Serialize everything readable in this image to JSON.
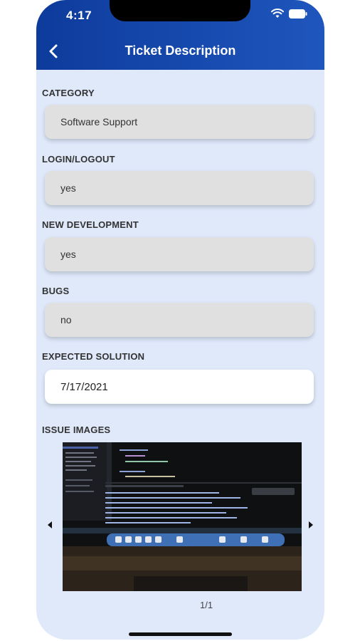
{
  "status_bar": {
    "time": "4:17"
  },
  "header": {
    "title": "Ticket Description"
  },
  "fields": [
    {
      "label": "CATEGORY",
      "value": "Software Support"
    },
    {
      "label": "LOGIN/LOGOUT",
      "value": "yes"
    },
    {
      "label": "NEW DEVELOPMENT",
      "value": "yes"
    },
    {
      "label": "BUGS",
      "value": "no"
    },
    {
      "label": "EXPECTED SOLUTION",
      "value": "7/17/2021"
    }
  ],
  "issue_images": {
    "label": "ISSUE IMAGES",
    "pager": "1/1"
  },
  "colors": {
    "header_start": "#0d3b9c",
    "header_end": "#1f56bd",
    "background": "#dfe9fa"
  },
  "icons": [
    "back-chevron-icon",
    "wifi-icon",
    "battery-icon",
    "chevron-left-icon",
    "chevron-right-icon"
  ]
}
